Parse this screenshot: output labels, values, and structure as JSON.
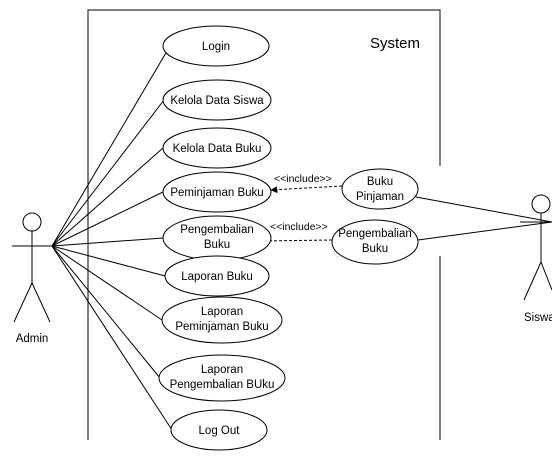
{
  "system": {
    "title": "System"
  },
  "actors": {
    "admin": {
      "label": "Admin"
    },
    "siswa": {
      "label": "Siswa"
    }
  },
  "use_cases": {
    "login": [
      "Login"
    ],
    "kelola_siswa": [
      "Kelola Data Siswa"
    ],
    "kelola_buku": [
      "Kelola Data Buku"
    ],
    "peminjaman": [
      "Peminjaman Buku"
    ],
    "pengembalian": [
      "Pengembalian",
      "Buku"
    ],
    "laporan_buku": [
      "Laporan Buku"
    ],
    "laporan_peminjaman": [
      "Laporan",
      "Peminjaman Buku"
    ],
    "laporan_pengembalian": [
      "Laporan",
      "Pengembalian BUku"
    ],
    "logout": [
      "Log Out"
    ],
    "buku_pinjaman": [
      "Buku",
      "Pinjaman"
    ],
    "pengembalian_buku": [
      "Pengembalian",
      "Buku"
    ]
  },
  "relations": {
    "include_1": "<<include>>",
    "include_2": "<<include>>"
  }
}
